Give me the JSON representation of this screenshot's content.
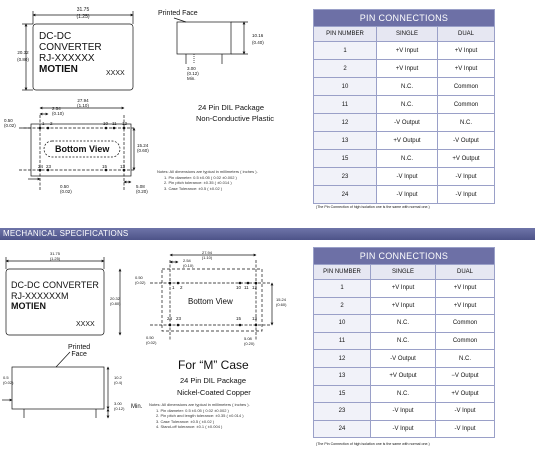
{
  "top": {
    "label_block": {
      "line1": "DC-DC CONVERTER",
      "line2": "RJ-XXXXXX",
      "line3": "MOTIEN",
      "code": "XXXX"
    },
    "dims": {
      "width_mm": "31.75",
      "width_in": "(1.25)",
      "height_mm": "20.32",
      "height_in": "(0.80)",
      "printed_face": "Printed Face",
      "body_h_mm": "10.16",
      "body_h_in": "(0.40)",
      "pin_mm": "3.00",
      "pin_in": "(0.12)",
      "pin_min": "Min.",
      "pitch_total_mm": "27.94",
      "pitch_total_in": "(1.10)",
      "pin_off_mm": "2.54",
      "pin_off_in": "(0.10)",
      "left_mm": "0.50",
      "left_in": "(0.02)",
      "row_mm": "15.24",
      "row_in": "(0.60)",
      "bot_mm": "0.50",
      "bot_in": "(0.02)",
      "br_mm": "5.08",
      "br_in": "(0.20)"
    },
    "bottom_view": "Bottom View",
    "pin_labels": {
      "p1": "1",
      "p2": "2",
      "p10": "10",
      "p11": "11",
      "p12": "12",
      "p13": "13",
      "p15": "15",
      "p16": "16",
      "p23": "23",
      "p24": "24"
    },
    "package_title": "24 Pin DIL Package",
    "package_sub": "Non-Conductive Plastic",
    "notes": [
      "Notes: All dimensions are typical in millimeters ( inches ).",
      "1. Pin diameter: 0.5 ±0.05 ( 0.02 ±0.002 )",
      "2. Pin pitch tolerance: ±0.35 ( ±0.014 )",
      "3. Case Tolerance: ±0.5 ( ±0.02 )"
    ],
    "table": {
      "caption": "PIN CONNECTIONS",
      "headers": [
        "PIN NUMBER",
        "SINGLE",
        "DUAL"
      ],
      "rows": [
        [
          "1",
          "+V Input",
          "+V Input"
        ],
        [
          "2",
          "+V Input",
          "+V Input"
        ],
        [
          "10",
          "N.C.",
          "Common"
        ],
        [
          "11",
          "N.C.",
          "Common"
        ],
        [
          "12",
          "-V Output",
          "N.C."
        ],
        [
          "13",
          "+V Output",
          "-V Output"
        ],
        [
          "15",
          "N.C.",
          "+V Output"
        ],
        [
          "23",
          "-V Input",
          "-V Input"
        ],
        [
          "24",
          "-V Input",
          "-V Input"
        ]
      ],
      "footnote": "(The Pin Connection of high isolation one is the same with normal one.)"
    }
  },
  "section_bar": "MECHANICAL SPECIFICATIONS",
  "bottom": {
    "label_block": {
      "line1": "DC-DC CONVERTER",
      "line2": "RJ-XXXXXXM",
      "line3": "MOTIEN",
      "code": "XXXX"
    },
    "dims": {
      "width_mm": "31.75",
      "width_in": "(1.25)",
      "height_mm": "20.32",
      "height_in": "(0.80)",
      "pitch_total_mm": "27.94",
      "pitch_total_in": "(1.10)",
      "pin_off_mm": "2.54",
      "pin_off_in": "(0.10)",
      "left_mm": "0.50",
      "left_in": "(0.02)",
      "row_mm": "15.24",
      "row_in": "(0.60)",
      "bot_mm": "0.50",
      "bot_in": "(0.02)",
      "br_mm": "5.08",
      "br_in": "(0.20)",
      "printed_face": "Printed\nFace",
      "side_l_mm": "0.5",
      "side_l_in": "(0.02)",
      "body_h_mm": "10.2",
      "body_h_in": "(0.4)",
      "pin_mm": "3.00",
      "pin_in": "(0.12)",
      "pin_min": "Min."
    },
    "bottom_view": "Bottom View",
    "pin_labels": {
      "p1": "1",
      "p2": "2",
      "p10": "10",
      "p11": "11",
      "p12": "12",
      "p13": "13",
      "p15": "15",
      "p16": "16",
      "p23": "23",
      "p24": "24"
    },
    "case_title": "For “M” Case",
    "package_title": "24 Pin DIL Package",
    "package_sub": "Nickel-Coated Copper",
    "notes": [
      "Notes: All dimensions are typical in millimeters ( inches ).",
      "1. Pin diameter: 0.5 ±0.05 ( 0.02 ±0.002 )",
      "2. Pin pitch and length tolerance: ±0.35 ( ±0.014 )",
      "3. Case Tolerance: ±0.5 ( ±0.02 )",
      "4. Stand-off tolerance: ±0.1 ( ±0.004 )"
    ],
    "table": {
      "caption": "PIN CONNECTIONS",
      "headers": [
        "PIN NUMBER",
        "SINGLE",
        "DUAL"
      ],
      "rows": [
        [
          "1",
          "+V Input",
          "+V Input"
        ],
        [
          "2",
          "+V Input",
          "+V Input"
        ],
        [
          "10",
          "N.C.",
          "Common"
        ],
        [
          "11",
          "N.C.",
          "Common"
        ],
        [
          "12",
          "-V Output",
          "N.C."
        ],
        [
          "13",
          "+V Output",
          "−V Output"
        ],
        [
          "15",
          "N.C.",
          "+V Output"
        ],
        [
          "23",
          "-V Input",
          "-V Input"
        ],
        [
          "24",
          "-V Input",
          "-V Input"
        ]
      ],
      "footnote": "(The Pin Connection of high isolation one is the same with normal one.)"
    }
  },
  "colors": {
    "table_caption_bg": "#6d70a6",
    "table_header_bg": "#e6e7f2",
    "section_bar": "#5a5f95",
    "grid": "#9aa0c8"
  }
}
